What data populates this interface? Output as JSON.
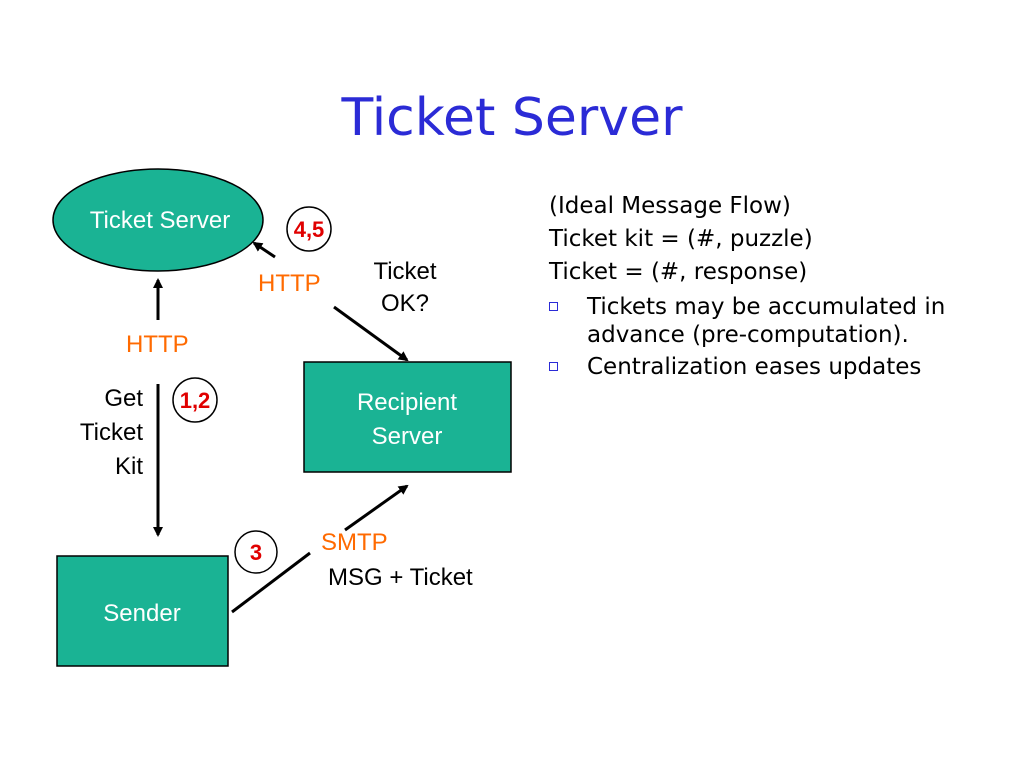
{
  "title": "Ticket Server",
  "nodes": {
    "ticket_server": "Ticket Server",
    "recipient_server": [
      "Recipient",
      "Server"
    ],
    "sender": "Sender"
  },
  "labels": {
    "http_left": "HTTP",
    "http_top": "HTTP",
    "smtp": "SMTP",
    "get_ticket_kit": [
      "Get",
      "Ticket",
      "Kit"
    ],
    "ticket_ok": [
      "Ticket",
      "OK?"
    ],
    "msg_ticket": "MSG + Ticket"
  },
  "badges": {
    "step_12": "1,2",
    "step_3": "3",
    "step_45": "4,5"
  },
  "notes": {
    "lines": [
      "(Ideal Message Flow)",
      "Ticket kit = (#, puzzle)",
      "Ticket = (#, response)"
    ],
    "bullets": [
      "Tickets may be accumulated in advance (pre-computation).",
      "Centralization eases updates"
    ]
  },
  "colors": {
    "title": "#2b2bd6",
    "node_fill": "#1ab394",
    "protocol": "#ff6a00",
    "badge_text": "#e00000"
  }
}
